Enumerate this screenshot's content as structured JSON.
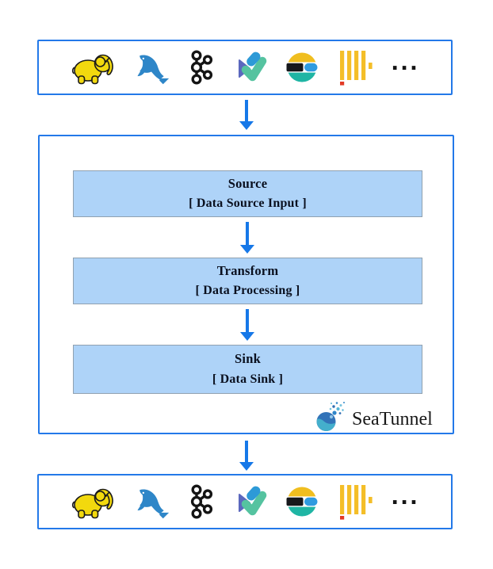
{
  "diagram": {
    "title_hint": "SeaTunnel data pipeline architecture",
    "colors": {
      "outer_border_blue": "#2379E9",
      "arrow_blue": "#1678E8",
      "stage_fill": "#AED3F8",
      "stage_border": "#90A1B0",
      "stage_text": "#0A101F",
      "hadoop_yellow": "#F2D90E",
      "mysql_blue": "#2E86C8",
      "kafka_black": "#141414",
      "elastic_yellow": "#F0BE1F",
      "elastic_teal": "#1FB5A4",
      "elastic_blue": "#2F9BE0",
      "clickhouse_yellow": "#F4BE28",
      "clickhouse_red": "#E23A25",
      "seatunnel_blue": "#3273B8"
    }
  },
  "connectors_top": {
    "logos": [
      "hadoop-elephant",
      "mysql-dolphin",
      "apache-kafka",
      "pill-check-logo",
      "elasticsearch",
      "clickhouse"
    ],
    "more_label": "..."
  },
  "pipeline": {
    "stages": [
      {
        "title": "Source",
        "subtitle": "[ Data Source Input ]"
      },
      {
        "title": "Transform",
        "subtitle": "[ Data Processing ]"
      },
      {
        "title": "Sink",
        "subtitle": "[ Data Sink ]"
      }
    ],
    "brand": "SeaTunnel"
  },
  "connectors_bottom": {
    "logos": [
      "hadoop-elephant",
      "mysql-dolphin",
      "apache-kafka",
      "pill-check-logo",
      "elasticsearch",
      "clickhouse"
    ],
    "more_label": "..."
  }
}
